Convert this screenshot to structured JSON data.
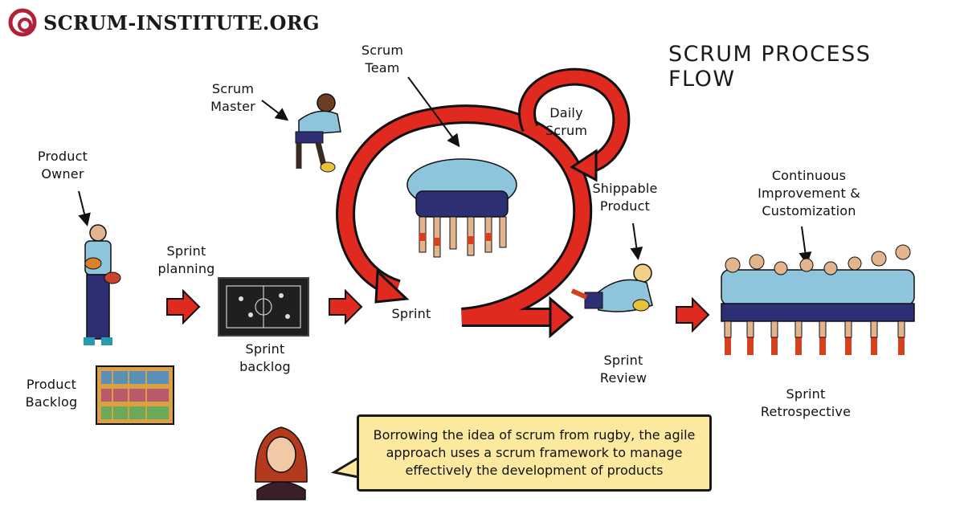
{
  "brand": {
    "name": "SCRUM-INSTITUTE.ORG"
  },
  "title": "SCRUM PROCESS FLOW",
  "labels": {
    "product_owner": [
      "Product",
      "Owner"
    ],
    "product_backlog": [
      "Product",
      "Backlog"
    ],
    "sprint_planning": [
      "Sprint",
      "planning"
    ],
    "sprint_backlog": [
      "Sprint",
      "backlog"
    ],
    "scrum_master": [
      "Scrum",
      "Master"
    ],
    "scrum_team": [
      "Scrum",
      "Team"
    ],
    "daily_scrum": [
      "Daily",
      "Scrum"
    ],
    "sprint": "Sprint",
    "shippable_product": [
      "Shippable",
      "Product"
    ],
    "sprint_review": [
      "Sprint",
      "Review"
    ],
    "continuous_improvement": [
      "Continuous",
      "Improvement &",
      "Customization"
    ],
    "sprint_retrospective": [
      "Sprint",
      "Retrospective"
    ]
  },
  "callout": "Borrowing the idea of scrum from rugby, the agile approach uses a scrum framework to manage effectively the development of products",
  "colors": {
    "accent_red": "#e02a1f",
    "callout_bg": "#fce9a0",
    "jersey": "#8ec5dc",
    "shorts": "#2c2f74"
  }
}
